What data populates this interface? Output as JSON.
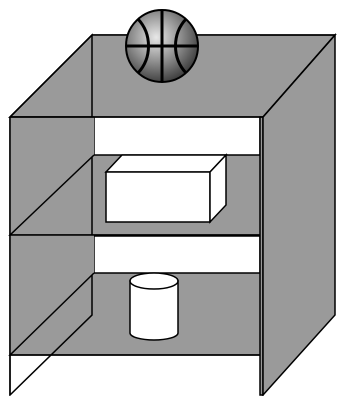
{
  "scene": {
    "objects": [
      {
        "id": "shelf-unit",
        "kind": "open-backed shelf with two internal shelves"
      },
      {
        "id": "basketball",
        "kind": "basketball resting on top of the shelf"
      },
      {
        "id": "box",
        "kind": "rectangular box on upper shelf"
      },
      {
        "id": "cylinder",
        "kind": "cylinder on lower shelf"
      }
    ],
    "colors": {
      "shelf_gray": "#9a9a9a",
      "back_white": "#ffffff",
      "outline": "#000000",
      "object_fill": "#ffffff",
      "ball_light": "#e8e8e8",
      "ball_mid": "#8a8a8a",
      "ball_dark": "#3a3a3a"
    }
  }
}
